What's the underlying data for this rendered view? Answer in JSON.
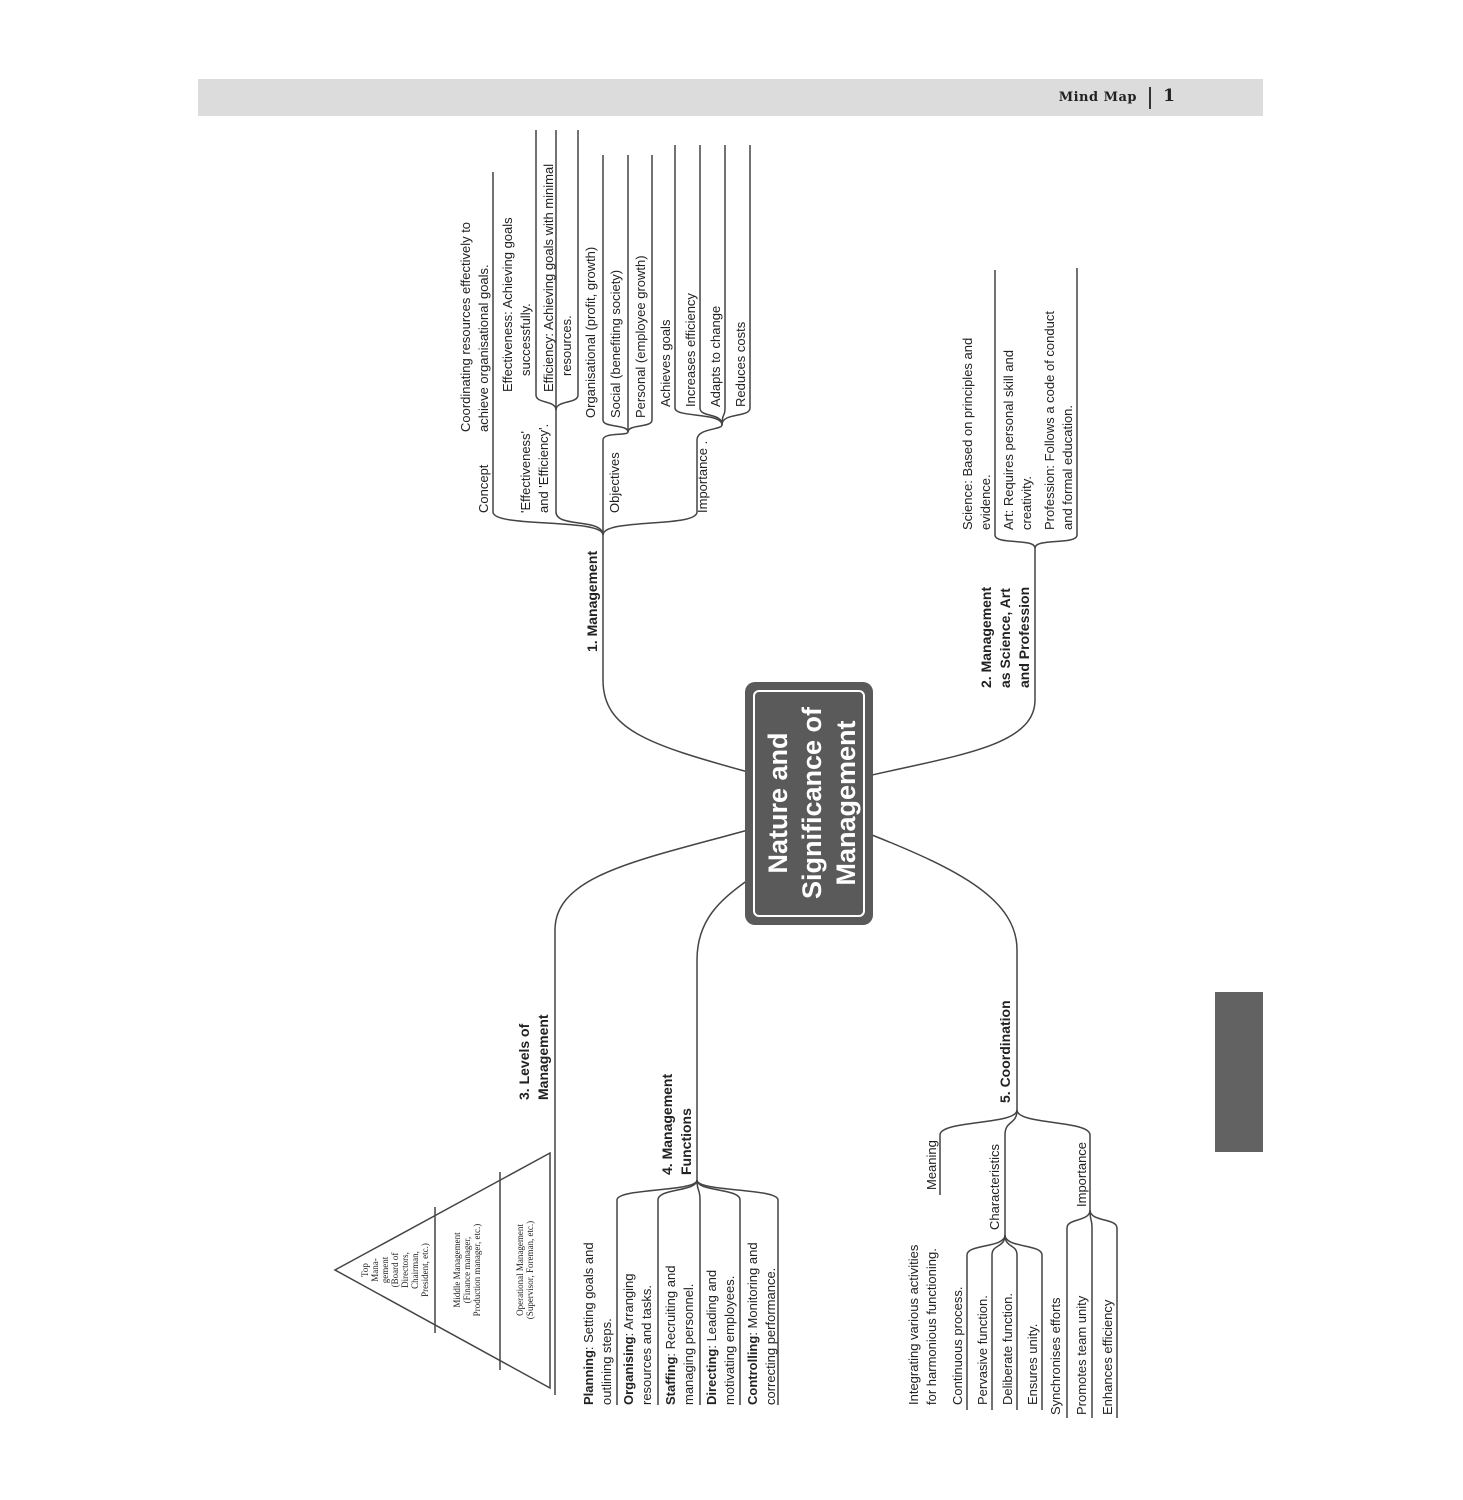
{
  "header": {
    "title": "Mind Map",
    "page": "1"
  },
  "center": {
    "line1": "Nature and",
    "line2": "Significance of",
    "line3": "Management"
  },
  "b1": {
    "title": "1. Management",
    "concept": "Concept",
    "concept_text": [
      "Coordinating resources effectively to",
      "achieve organisational goals."
    ],
    "ee": [
      "'Effectiveness'",
      "and 'Efficiency'."
    ],
    "effectiveness": [
      "Effectiveness: Achieving goals",
      "successfully."
    ],
    "efficiency": [
      "Efficiency: Achieving goals with minimal",
      "resources."
    ],
    "objectives": "Objectives",
    "obj_items": [
      "Organisational (profit, growth)",
      "Social (benefiting society)",
      "Personal (employee growth)"
    ],
    "importance": "Importance .",
    "imp_items": [
      "Achieves goals",
      "Increases efficiency",
      "Adapts to change",
      "Reduces costs"
    ]
  },
  "b2": {
    "title": [
      "2. Management",
      "as Science, Art",
      "and Profession"
    ],
    "science": [
      "Science: Based on principles and",
      "evidence."
    ],
    "art": [
      "Art: Requires personal skill and",
      "creativity."
    ],
    "profession": [
      "Profession: Follows a code of conduct",
      "and formal education."
    ]
  },
  "b3": {
    "title": [
      "3. Levels of",
      "Management"
    ],
    "top": [
      "Top",
      "Mana-",
      "gement",
      "(Board of",
      "Directors,",
      "Chairman,",
      "President, etc.)"
    ],
    "middle": [
      "Middle Management",
      "(Finance manager,",
      "Production manager, etc.)"
    ],
    "operational": [
      "Operational Management",
      "(Supervisor, Foreman, etc.)"
    ]
  },
  "b4": {
    "title": [
      "4. Management",
      "Functions"
    ],
    "items": [
      {
        "term": "Planning",
        "rest": ": Setting goals and",
        "line2": "outlining steps."
      },
      {
        "term": "Organising",
        "rest": ": Arranging",
        "line2": "resources and tasks."
      },
      {
        "term": "Staffing",
        "rest": ": Recruiting and",
        "line2": "managing personnel."
      },
      {
        "term": "Directing",
        "rest": ": Leading and",
        "line2": "motivating employees."
      },
      {
        "term": "Controlling",
        "rest": ": Monitoring and",
        "line2": "correcting performance."
      }
    ]
  },
  "b5": {
    "title": "5. Coordination",
    "meaning": "Meaning",
    "meaning_text": [
      "Integrating various activities",
      "for harmonious functioning."
    ],
    "characteristics": "Characteristics",
    "char_items": [
      "Continuous process.",
      "Pervasive function.",
      "Deliberate function.",
      "Ensures unity."
    ],
    "importance": "Importance",
    "imp_items": [
      "Synchronises efforts",
      "Promotes team unity",
      "Enhances efficiency"
    ]
  }
}
